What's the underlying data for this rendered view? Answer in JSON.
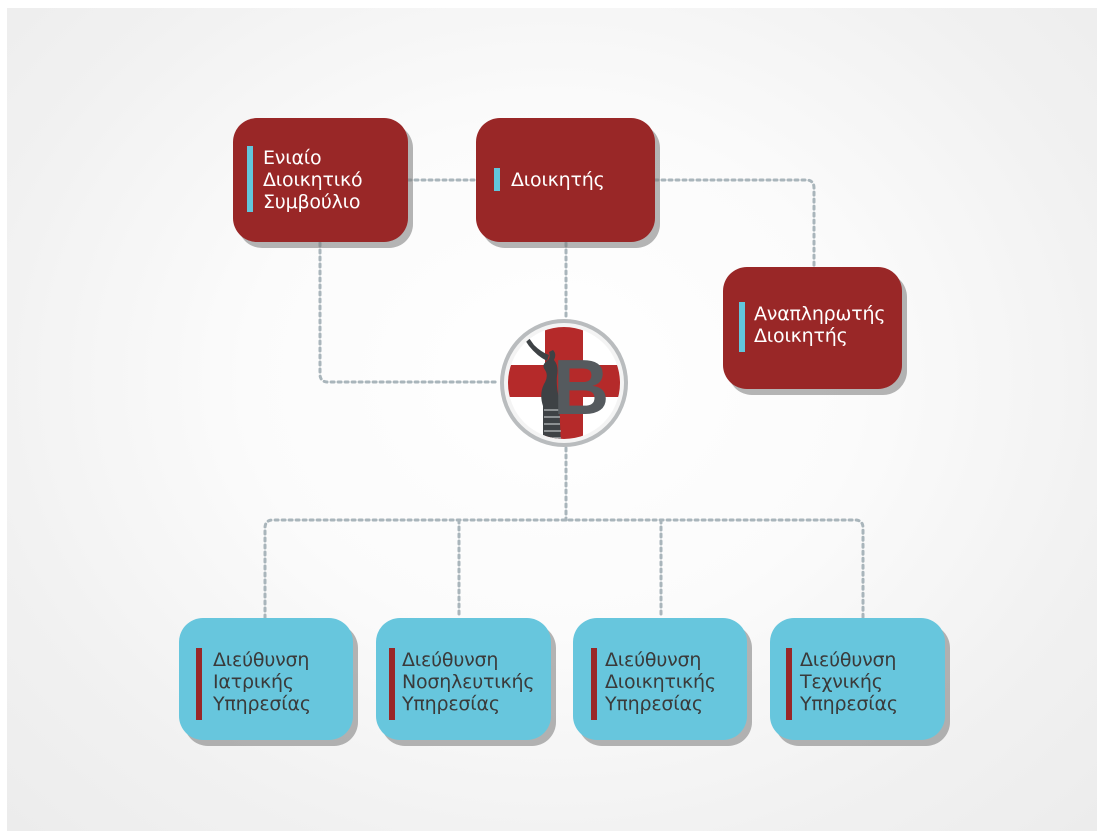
{
  "nodes": {
    "board": {
      "lines": [
        "Ενιαίο",
        "Διοικητικό",
        "Συμβούλιο"
      ]
    },
    "director": {
      "lines": [
        "Διοικητής"
      ]
    },
    "deputy": {
      "lines": [
        "Αναπληρωτής",
        "Διοικητής"
      ]
    },
    "medical": {
      "lines": [
        "Διεύθυνση",
        "Ιατρικής",
        "Υπηρεσίας"
      ]
    },
    "nursing": {
      "lines": [
        "Διεύθυνση",
        "Νοσηλευτικής",
        "Υπηρεσίας"
      ]
    },
    "administrative": {
      "lines": [
        "Διεύθυνση",
        "Διοικητικής",
        "Υπηρεσίας"
      ]
    },
    "technical": {
      "lines": [
        "Διεύθυνση",
        "Τεχνικής",
        "Υπηρεσίας"
      ]
    }
  },
  "logo": {
    "letter": "B"
  },
  "colors": {
    "management_box": "#992727",
    "service_box": "#67c6dd",
    "connector": "#a9b5bb",
    "logo_gray": "#555a5e"
  }
}
